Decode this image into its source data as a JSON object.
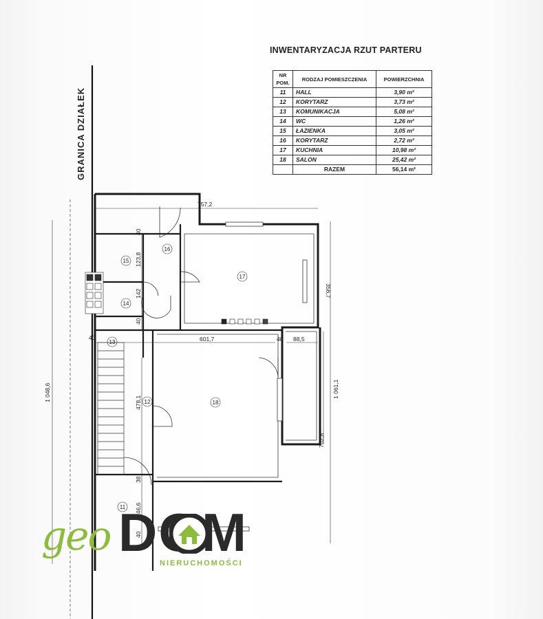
{
  "title": "INWENTARYZACJA RZUT PARTERU",
  "table": {
    "headers": {
      "nr": "NR POM.",
      "name": "RODZAJ POMIESZCZENIA",
      "area": "POWIERZCHNIA"
    },
    "rows": [
      {
        "nr": "11",
        "name": "HALL",
        "area": "3,90 m²"
      },
      {
        "nr": "12",
        "name": "KORYTARZ",
        "area": "3,73 m²"
      },
      {
        "nr": "13",
        "name": "KOMUNIKACJA",
        "area": "5,08 m²"
      },
      {
        "nr": "14",
        "name": "WC",
        "area": "1,26 m²"
      },
      {
        "nr": "15",
        "name": "ŁAZIENKA",
        "area": "3,05 m²"
      },
      {
        "nr": "16",
        "name": "KORYTARZ",
        "area": "2,72 m²"
      },
      {
        "nr": "17",
        "name": "KUCHNIA",
        "area": "10,98 m²"
      },
      {
        "nr": "18",
        "name": "SALON",
        "area": "25,42 m²"
      }
    ],
    "total": {
      "name": "RAZEM",
      "area": "56,14 m²"
    }
  },
  "boundary_label": "GRANICA DZIAŁEK",
  "room_labels": {
    "r11": "11",
    "r12": "12",
    "r13": "13",
    "r14": "14",
    "r15": "15",
    "r16": "16",
    "r17": "17",
    "r18": "18"
  },
  "dimensions": {
    "d757": "757,2",
    "d1048": "1 048,6",
    "d1061": "1 061,1",
    "d601": "601,7",
    "d885": "88,5",
    "d40a": "40",
    "d40b": "40",
    "d40c": "40",
    "d40d": "40",
    "d40e": "40",
    "d123": "123,8",
    "d142": "142",
    "d356": "356,7",
    "d478": "478,1",
    "d702": "702,8",
    "d38": "38",
    "d146": "146,6"
  },
  "logo": {
    "geo": "geo",
    "dom": "DOM",
    "sub": "NIERUCHOMOŚCI",
    "green": "#8cbd3a",
    "dark": "#2a2a2a"
  }
}
